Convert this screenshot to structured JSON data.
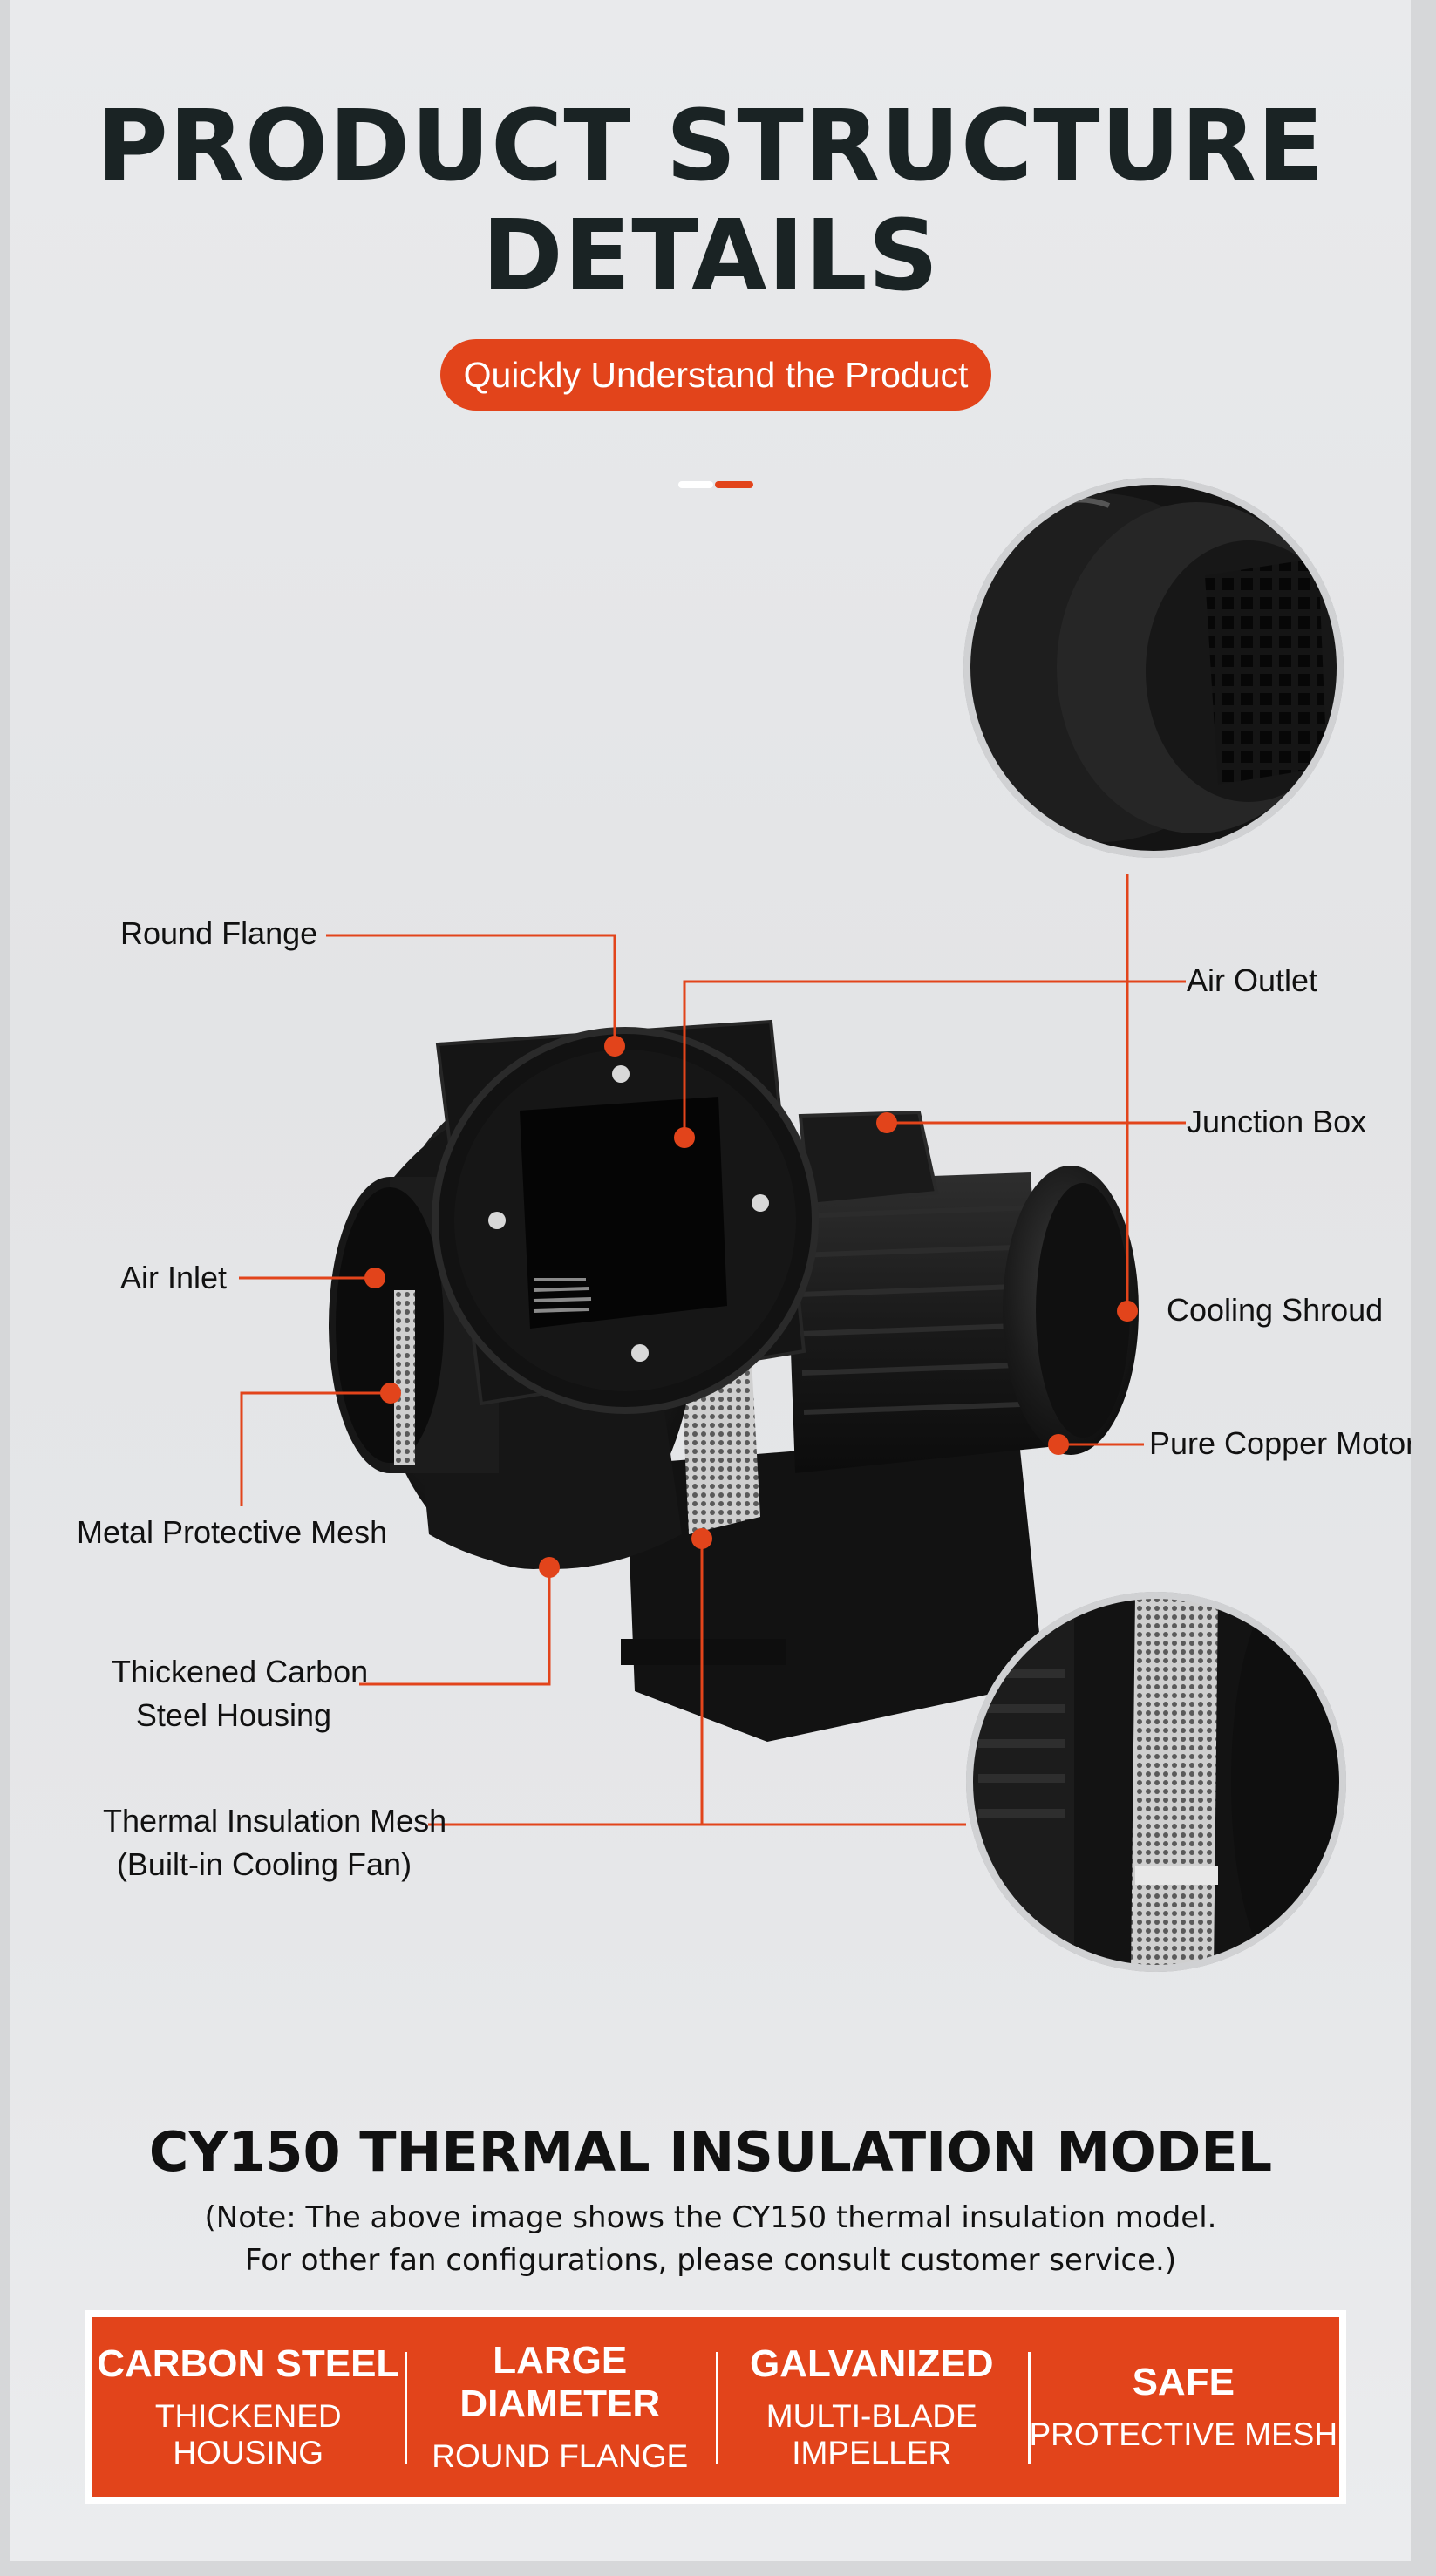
{
  "header": {
    "title_line1": "PRODUCT STRUCTURE",
    "title_line2": "DETAILS",
    "subtitle_pill": "Quickly Understand the Product"
  },
  "callouts": {
    "round_flange": "Round Flange",
    "air_outlet": "Air Outlet",
    "junction_box": "Junction Box",
    "air_inlet": "Air Inlet",
    "cooling_shroud": "Cooling Shroud",
    "pure_copper_motor": "Pure Copper Motor",
    "metal_protective_mesh": "Metal Protective Mesh",
    "thickened_housing_line1": "Thickened Carbon",
    "thickened_housing_line2": "Steel Housing",
    "thermal_mesh_line1": "Thermal Insulation Mesh",
    "thermal_mesh_line2": "(Built-in Cooling Fan)"
  },
  "model": {
    "title": "CY150 THERMAL INSULATION MODEL",
    "note_line1": "(Note: The above image shows the CY150 thermal insulation model.",
    "note_line2": "For other fan configurations, please consult customer service.)"
  },
  "features": [
    {
      "heading": "CARBON STEEL",
      "sub": "THICKENED HOUSING"
    },
    {
      "heading": "LARGE DIAMETER",
      "sub": "ROUND FLANGE"
    },
    {
      "heading": "GALVANIZED",
      "sub": "MULTI-BLADE IMPELLER"
    },
    {
      "heading": "SAFE",
      "sub": "PROTECTIVE MESH"
    }
  ],
  "colors": {
    "accent": "#e2441b",
    "title_text": "#1a2324",
    "background": "#e6e7e9",
    "product_black": "#141414"
  }
}
